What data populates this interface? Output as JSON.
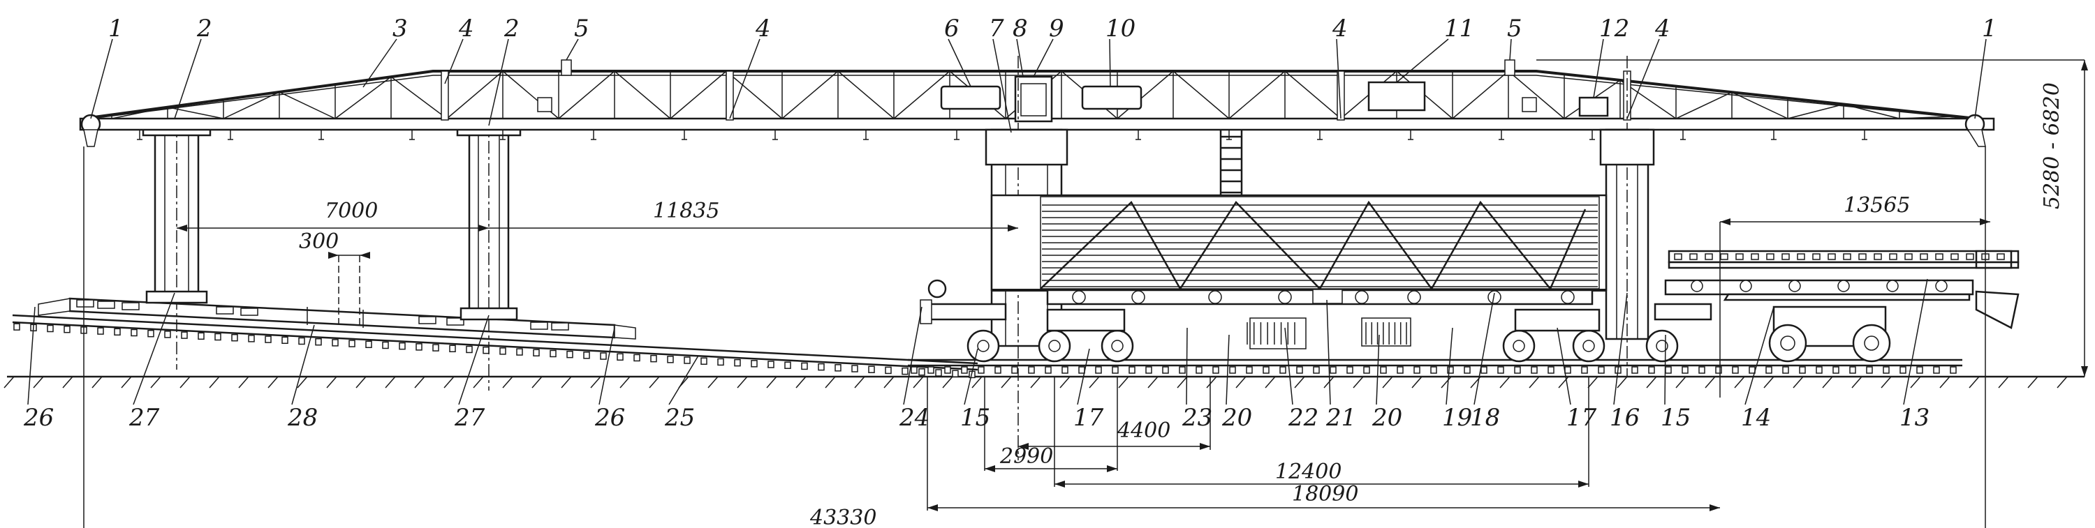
{
  "labels": [
    "1",
    "2",
    "3",
    "4",
    "5",
    "2",
    "4",
    "6",
    "7",
    "8",
    "9",
    "10",
    "4",
    "11",
    "5",
    "12",
    "4",
    "1",
    "26",
    "27",
    "28",
    "27",
    "26",
    "25",
    "24",
    "15",
    "17",
    "23",
    "20",
    "22",
    "21",
    "20",
    "19",
    "18",
    "17",
    "16",
    "15",
    "14",
    "13"
  ],
  "dimensions": {
    "d7000": "7000",
    "d300": "300",
    "d11835": "11835",
    "d13565": "13565",
    "d4400": "4400",
    "d2990": "2990",
    "d12400": "12400",
    "d18090": "18090",
    "d43330": "43330",
    "dheight": "5280 - 6820"
  }
}
